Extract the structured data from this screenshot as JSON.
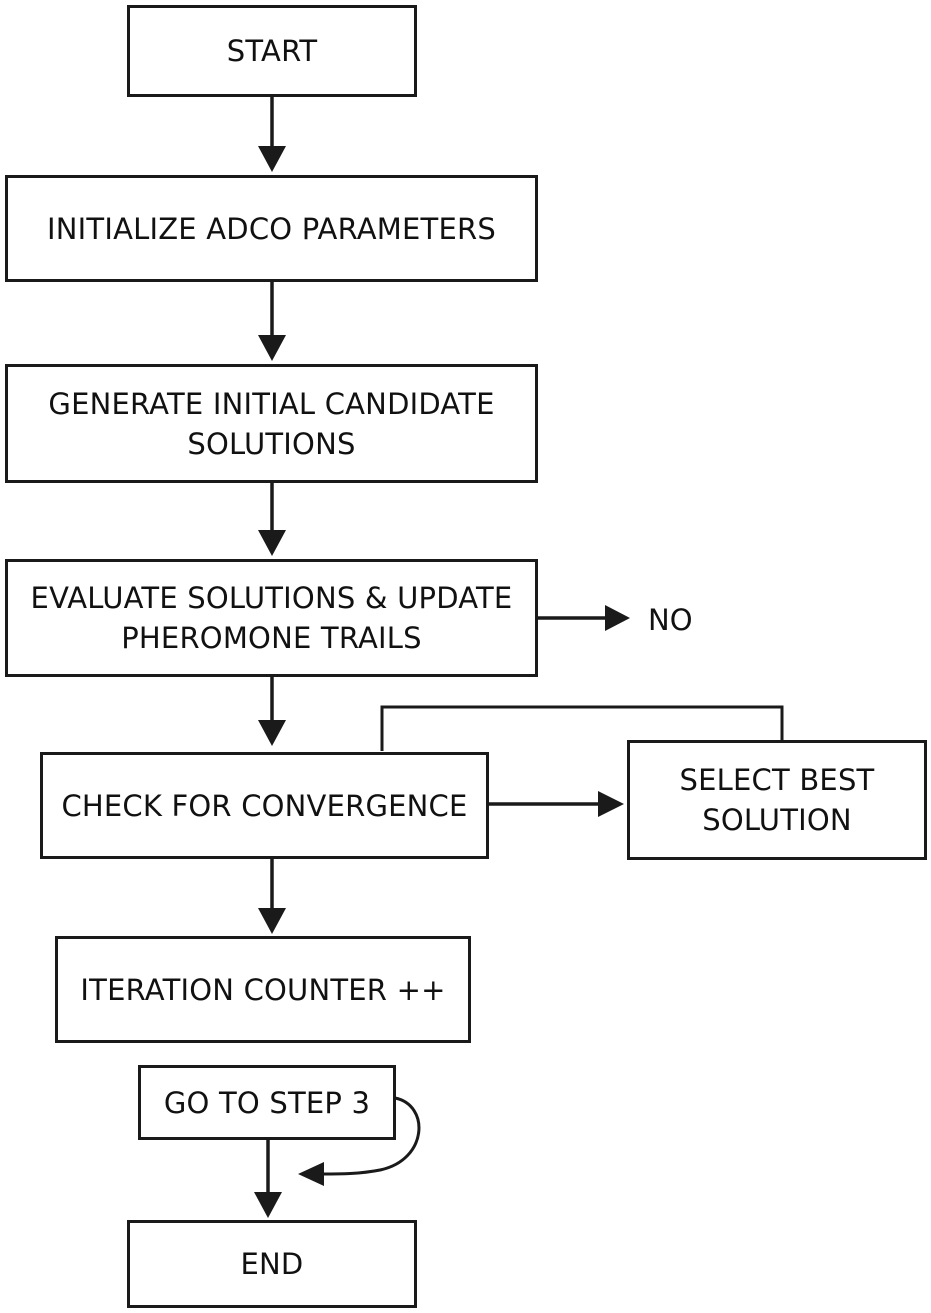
{
  "flowchart": {
    "start": "START",
    "initialize": "INITIALIZE ADCO PARAMETERS",
    "generate": {
      "line1": "GENERATE INITIAL CANDIDATE",
      "line2": "SOLUTIONS"
    },
    "evaluate": {
      "line1": "EVALUATE SOLUTIONS & UPDATE",
      "line2": "PHEROMONE TRAILS"
    },
    "no_label": "NO",
    "check": "CHECK FOR CONVERGENCE",
    "select": {
      "line1": "SELECT BEST",
      "line2": "SOLUTION"
    },
    "iteration": "ITERATION COUNTER ++",
    "goto": "GO TO STEP 3",
    "end": "END"
  },
  "colors": {
    "stroke": "#1a1a1a",
    "background": "#ffffff"
  }
}
